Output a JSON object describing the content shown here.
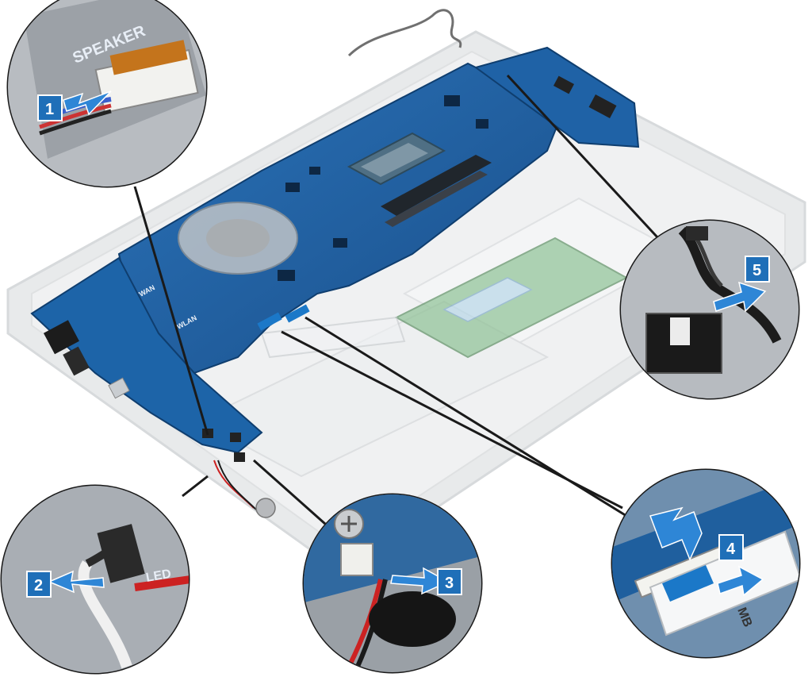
{
  "figure": {
    "callouts": [
      {
        "number": "1"
      },
      {
        "number": "2"
      },
      {
        "number": "3"
      },
      {
        "number": "4"
      },
      {
        "number": "5"
      }
    ],
    "board_labels": {
      "speaker": "SPEAKER",
      "wwan": "WWAN",
      "wlan": "WLAN",
      "led": "LED",
      "mb": "MB"
    },
    "colors": {
      "callout_badge": "#1f6fb8",
      "arrow_fill": "#2e86d6",
      "motherboard": "#1b5d9e",
      "chassis": "#d9dcdf"
    },
    "icons": {
      "arrow": "arrow-icon",
      "badge": "callout-badge"
    }
  }
}
